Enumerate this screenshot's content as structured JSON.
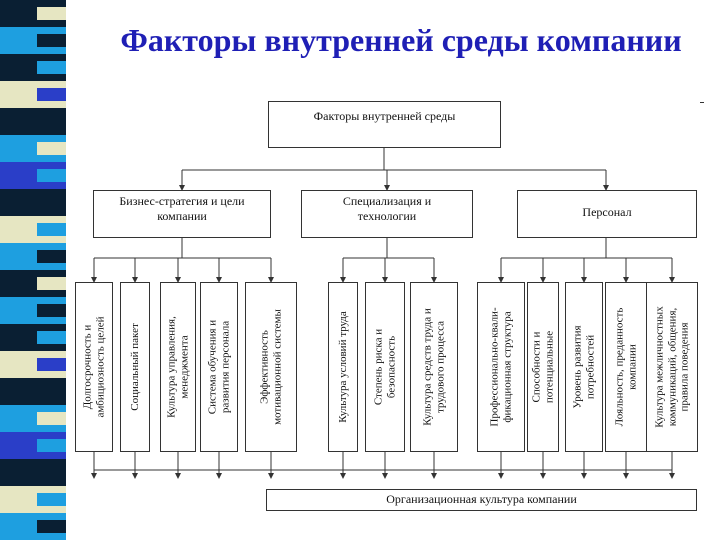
{
  "slide": {
    "title": "Факторы внутренней среды компании"
  },
  "diagram": {
    "root": "Факторы внутренней среды",
    "groups": [
      "Бизнес-стратегия и цели компании",
      "Специализация и технологии",
      "Персонал"
    ],
    "factors": [
      [
        "Долгосрочность и",
        "амбициозность целей"
      ],
      [
        "Социальный пакет"
      ],
      [
        "Культура управления,",
        "менеджмента"
      ],
      [
        "Система обучения и",
        "развития персонала"
      ],
      [
        "Эффективность",
        "мотивационной системы"
      ],
      [
        "Культура условий труда"
      ],
      [
        "Степень риска и",
        "безопасность"
      ],
      [
        "Культура средств труда и",
        "трудового процесса"
      ],
      [
        "Профессионально-квали-",
        "фикационная структура"
      ],
      [
        "Способности и",
        "потенциальные"
      ],
      [
        "Уровень развития",
        "потребностей"
      ],
      [
        "Лояльность, преданность",
        "компании"
      ],
      [
        "Культура межличностных",
        "коммуникаций, общения,",
        "правила поведения"
      ]
    ],
    "bottom": "Организационная культура компании"
  },
  "colors": {
    "title": "#1f1fb5",
    "strip_dark": "#0a1f33",
    "strip_cyan": "#1e9fe0",
    "strip_cream": "#e6e6c2",
    "strip_blue": "#2a3ec8"
  }
}
